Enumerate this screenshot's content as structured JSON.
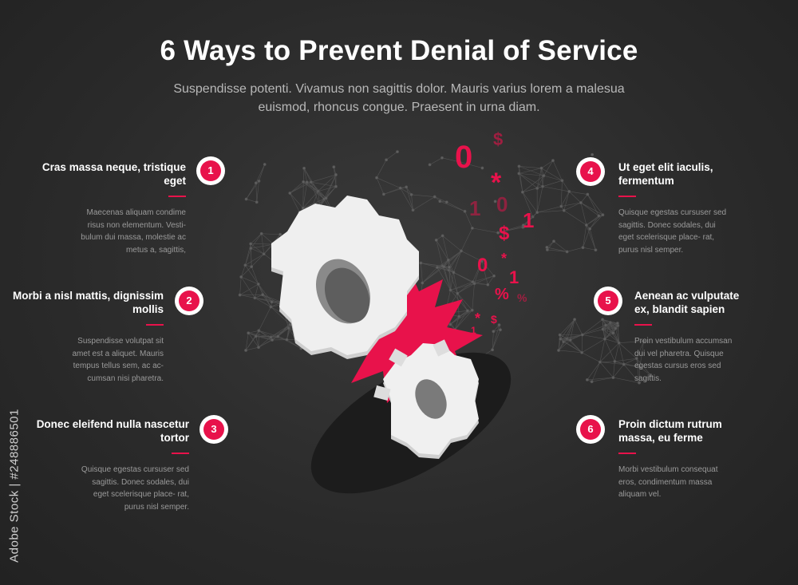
{
  "title": "6 Ways to Prevent Denial of Service",
  "subtitle": "Suspendisse potenti. Vivamus non sagittis dolor. Mauris varius lorem a malesua euismod, rhoncus congue. Praesent in urna diam.",
  "items": [
    {
      "number": "1",
      "heading": "Cras massa neque, tristique eget",
      "body": "Maecenas aliquam condime risus non elementum. Vesti- bulum dui massa, molestie ac metus a, sagittis,"
    },
    {
      "number": "2",
      "heading": "Morbi a nisl mattis, dignissim mollis",
      "body": "Suspendisse volutpat sit amet est a aliquet. Mauris tempus tellus sem, ac ac- cumsan nisi pharetra."
    },
    {
      "number": "3",
      "heading": "Donec eleifend nulla nascetur tortor",
      "body": "Quisque egestas cursuser sed sagittis. Donec sodales, dui eget scelerisque place- rat, purus nisl semper."
    },
    {
      "number": "4",
      "heading": "Ut eget elit iaculis, fermentum",
      "body": "Quisque egestas cursuser sed sagittis. Donec sodales, dui eget scelerisque place- rat, purus nisl semper."
    },
    {
      "number": "5",
      "heading": "Aenean ac vulputate ex, blandit sapien",
      "body": "Proin vestibulum accumsan dui vel pharetra. Quisque egestas cursus eros sed sagittis."
    },
    {
      "number": "6",
      "heading": "Proin dictum rutrum massa, eu ferme",
      "body": "Morbi vestibulum consequat eros, condimentum massa aliquam vel."
    }
  ],
  "glyphs": [
    "0",
    "$",
    "*",
    "1",
    "0",
    "1",
    "$",
    "0",
    "*",
    "1",
    "%",
    "%",
    "*",
    "1",
    "$"
  ],
  "stock_id": "Adobe Stock | #248886501",
  "watermark": "Adobe Stock",
  "colors": {
    "accent": "#e8124b",
    "background": "#2b2b2b",
    "text": "#ffffff",
    "muted": "#9a9a9a"
  }
}
